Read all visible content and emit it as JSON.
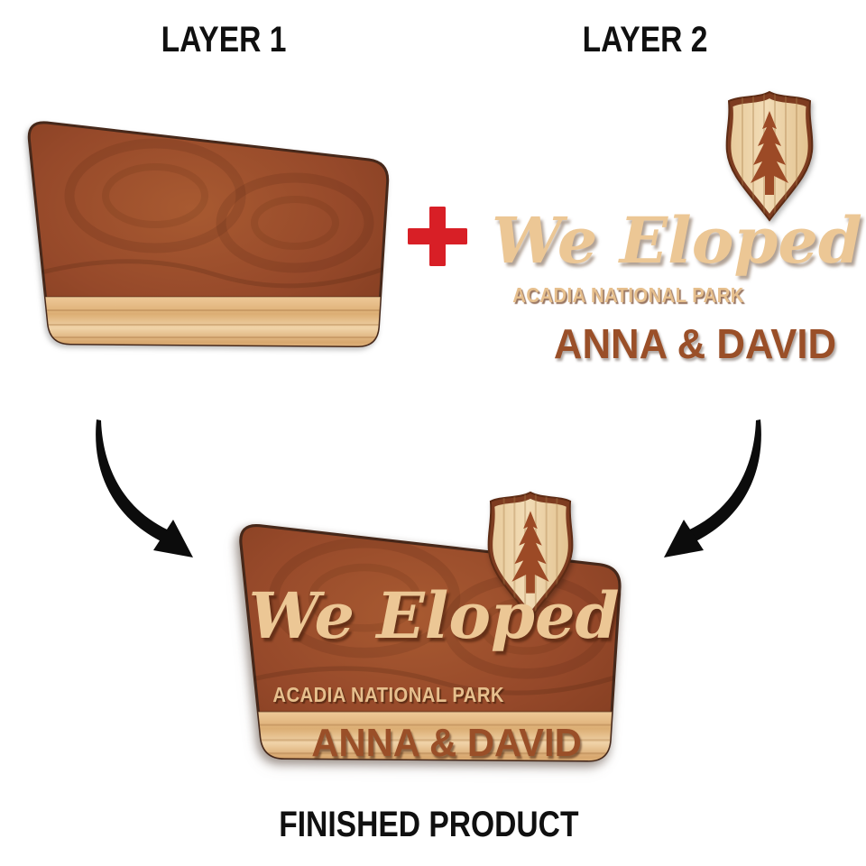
{
  "title_labels": {
    "layer1": "LAYER 1",
    "layer2": "LAYER 2",
    "finished": "FINISHED PRODUCT"
  },
  "operator": {
    "plus": "+"
  },
  "sign": {
    "script_title": "We Eloped",
    "park_name": "ACADIA NATIONAL PARK",
    "couple_names": "ANNA & DAVID"
  },
  "icons": {
    "shield_badge": "forest-shield-badge",
    "pine_tree": "pine-tree",
    "arrow_left": "curved-arrow-down-right",
    "arrow_right": "curved-arrow-down-left",
    "plus": "plus-sign"
  },
  "colors": {
    "accent_red": "#d81f26",
    "dark_wood": "#96492a",
    "light_wood": "#e9c392",
    "badge_wood": "#eed8b0",
    "engraving_brown": "#9c4a26",
    "heading_text": "#101010"
  }
}
